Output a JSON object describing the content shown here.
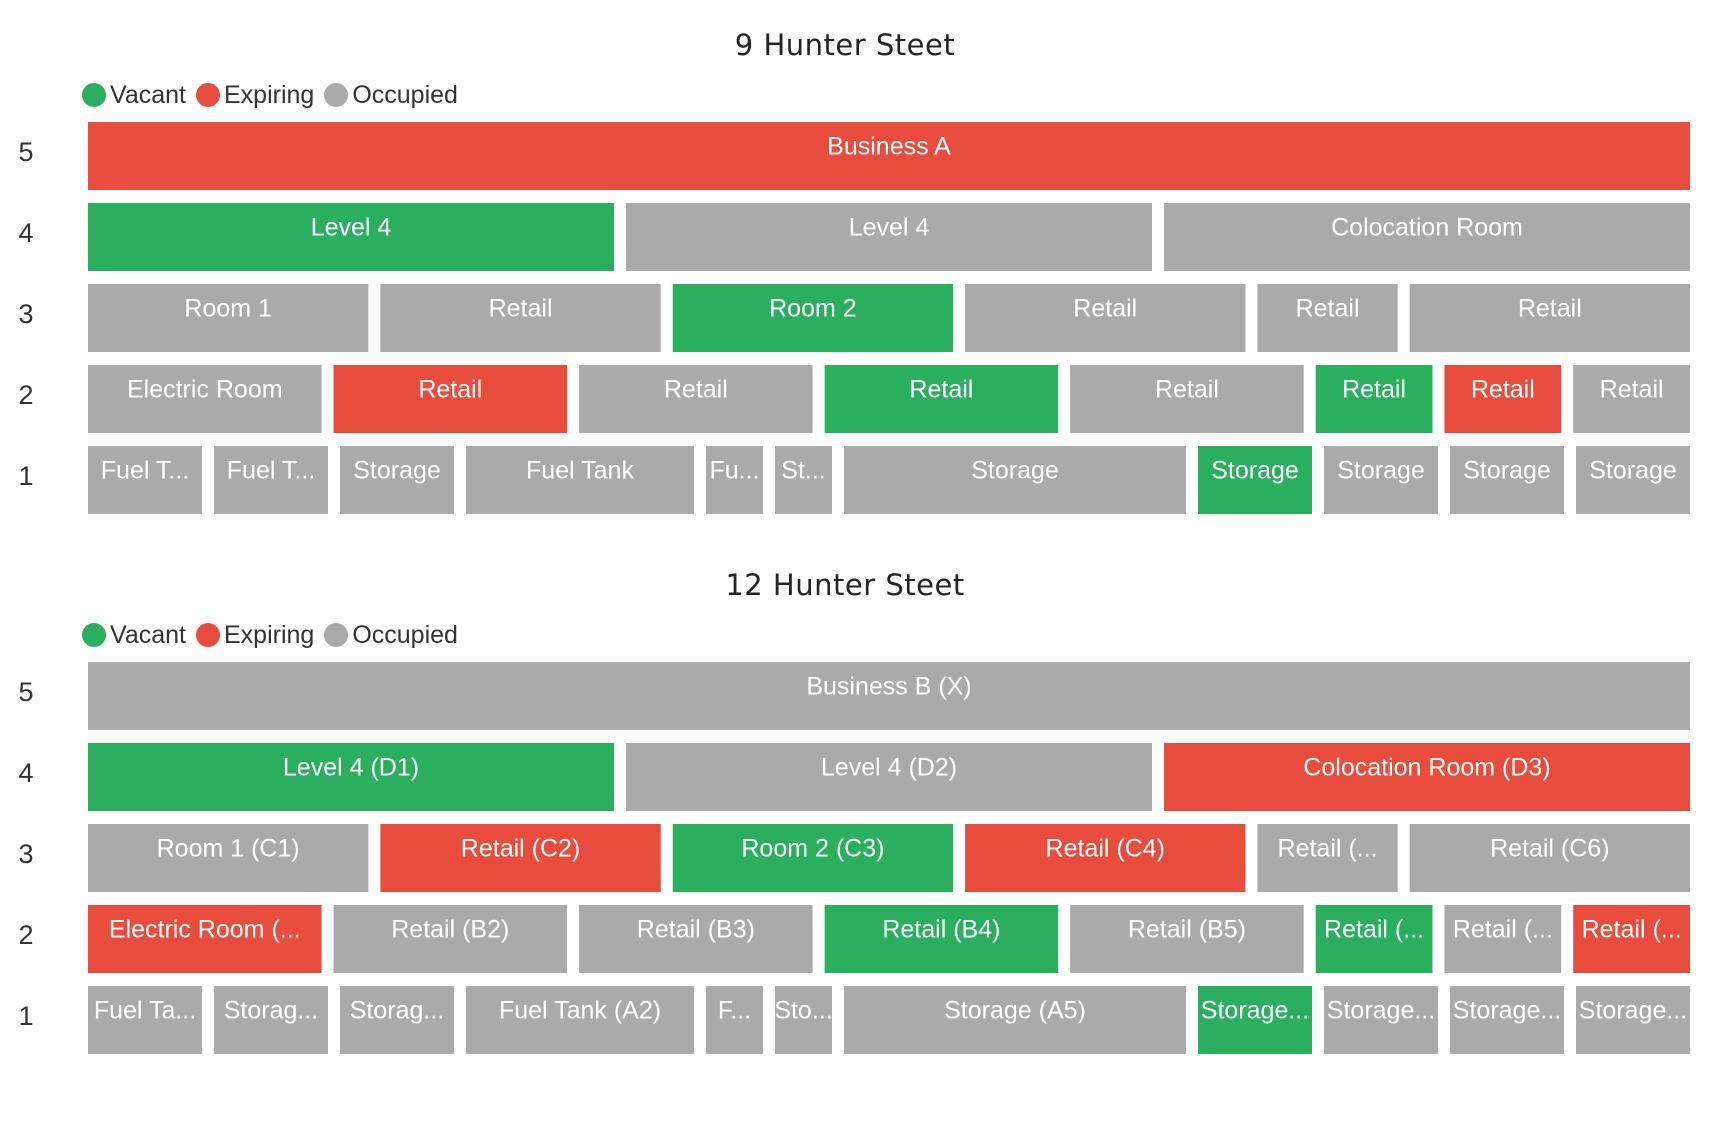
{
  "legend": [
    {
      "label": "Vacant",
      "color": "#2AAF5F"
    },
    {
      "label": "Expiring",
      "color": "#E84C3D"
    },
    {
      "label": "Occupied",
      "color": "#AAAAAA"
    }
  ],
  "chart_data": [
    {
      "type": "table",
      "title": "9 Hunter Steet",
      "levels": [
        "5",
        "4",
        "3",
        "2",
        "1"
      ],
      "rows": [
        {
          "level": "5",
          "units": [
            {
              "label": "Business A",
              "status": "Expiring",
              "span": 1
            }
          ]
        },
        {
          "level": "4",
          "units": [
            {
              "label": "Level 4",
              "status": "Vacant",
              "span": 1
            },
            {
              "label": "Level 4",
              "status": "Occupied",
              "span": 1
            },
            {
              "label": "Colocation Room",
              "status": "Occupied",
              "span": 1
            }
          ]
        },
        {
          "level": "3",
          "units": [
            {
              "label": "Room 1",
              "status": "Occupied",
              "span": 2
            },
            {
              "label": "Retail",
              "status": "Occupied",
              "span": 2
            },
            {
              "label": "Room 2",
              "status": "Vacant",
              "span": 2
            },
            {
              "label": "Retail",
              "status": "Occupied",
              "span": 2
            },
            {
              "label": "Retail",
              "status": "Occupied",
              "span": 1
            },
            {
              "label": "Retail",
              "status": "Occupied",
              "span": 2
            }
          ]
        },
        {
          "level": "2",
          "units": [
            {
              "label": "Electric Room",
              "status": "Occupied",
              "span": 2
            },
            {
              "label": "Retail",
              "status": "Expiring",
              "span": 2
            },
            {
              "label": "Retail",
              "status": "Occupied",
              "span": 2
            },
            {
              "label": "Retail",
              "status": "Vacant",
              "span": 2
            },
            {
              "label": "Retail",
              "status": "Occupied",
              "span": 2
            },
            {
              "label": "Retail",
              "status": "Vacant",
              "span": 1
            },
            {
              "label": "Retail",
              "status": "Expiring",
              "span": 1
            },
            {
              "label": "Retail",
              "status": "Occupied",
              "span": 1
            }
          ]
        },
        {
          "level": "1",
          "units": [
            {
              "label": "Fuel T...",
              "status": "Occupied",
              "span": 2
            },
            {
              "label": "Fuel T...",
              "status": "Occupied",
              "span": 2
            },
            {
              "label": "Storage",
              "status": "Occupied",
              "span": 2
            },
            {
              "label": "Fuel Tank",
              "status": "Occupied",
              "span": 4
            },
            {
              "label": "Fu...",
              "status": "Occupied",
              "span": 1
            },
            {
              "label": "St...",
              "status": "Occupied",
              "span": 1
            },
            {
              "label": "Storage",
              "status": "Occupied",
              "span": 6
            },
            {
              "label": "Storage",
              "status": "Vacant",
              "span": 2
            },
            {
              "label": "Storage",
              "status": "Occupied",
              "span": 2
            },
            {
              "label": "Storage",
              "status": "Occupied",
              "span": 2
            },
            {
              "label": "Storage",
              "status": "Occupied",
              "span": 2
            }
          ]
        }
      ]
    },
    {
      "type": "table",
      "title": "12 Hunter Steet",
      "levels": [
        "5",
        "4",
        "3",
        "2",
        "1"
      ],
      "rows": [
        {
          "level": "5",
          "units": [
            {
              "label": "Business B (X)",
              "status": "Occupied",
              "span": 1
            }
          ]
        },
        {
          "level": "4",
          "units": [
            {
              "label": "Level 4 (D1)",
              "status": "Vacant",
              "span": 1
            },
            {
              "label": "Level 4 (D2)",
              "status": "Occupied",
              "span": 1
            },
            {
              "label": "Colocation Room (D3)",
              "status": "Expiring",
              "span": 1
            }
          ]
        },
        {
          "level": "3",
          "units": [
            {
              "label": "Room 1 (C1)",
              "status": "Occupied",
              "span": 2
            },
            {
              "label": "Retail (C2)",
              "status": "Expiring",
              "span": 2
            },
            {
              "label": "Room 2 (C3)",
              "status": "Vacant",
              "span": 2
            },
            {
              "label": "Retail (C4)",
              "status": "Expiring",
              "span": 2
            },
            {
              "label": "Retail (...",
              "status": "Occupied",
              "span": 1
            },
            {
              "label": "Retail (C6)",
              "status": "Occupied",
              "span": 2
            }
          ]
        },
        {
          "level": "2",
          "units": [
            {
              "label": "Electric Room (...",
              "status": "Expiring",
              "span": 2
            },
            {
              "label": "Retail (B2)",
              "status": "Occupied",
              "span": 2
            },
            {
              "label": "Retail (B3)",
              "status": "Occupied",
              "span": 2
            },
            {
              "label": "Retail (B4)",
              "status": "Vacant",
              "span": 2
            },
            {
              "label": "Retail (B5)",
              "status": "Occupied",
              "span": 2
            },
            {
              "label": "Retail (...",
              "status": "Vacant",
              "span": 1
            },
            {
              "label": "Retail (...",
              "status": "Occupied",
              "span": 1
            },
            {
              "label": "Retail (...",
              "status": "Expiring",
              "span": 1
            }
          ]
        },
        {
          "level": "1",
          "units": [
            {
              "label": "Fuel Ta...",
              "status": "Occupied",
              "span": 2
            },
            {
              "label": "Storag...",
              "status": "Occupied",
              "span": 2
            },
            {
              "label": "Storag...",
              "status": "Occupied",
              "span": 2
            },
            {
              "label": "Fuel Tank (A2)",
              "status": "Occupied",
              "span": 4
            },
            {
              "label": "F...",
              "status": "Occupied",
              "span": 1
            },
            {
              "label": "Sto...",
              "status": "Occupied",
              "span": 1
            },
            {
              "label": "Storage (A5)",
              "status": "Occupied",
              "span": 6
            },
            {
              "label": "Storage...",
              "status": "Vacant",
              "span": 2
            },
            {
              "label": "Storage...",
              "status": "Occupied",
              "span": 2
            },
            {
              "label": "Storage...",
              "status": "Occupied",
              "span": 2
            },
            {
              "label": "Storage...",
              "status": "Occupied",
              "span": 2
            }
          ]
        }
      ]
    }
  ]
}
